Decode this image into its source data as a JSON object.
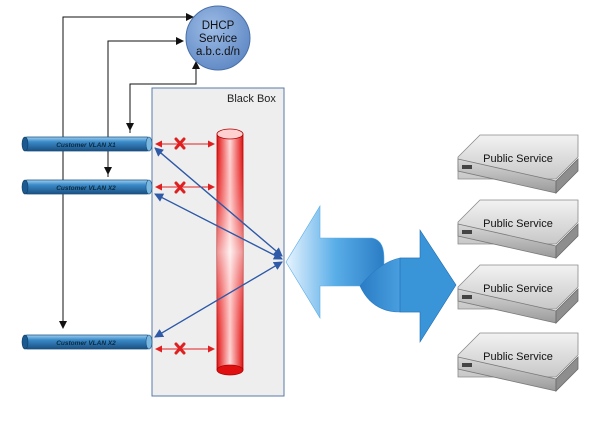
{
  "dhcp": {
    "line1": "DHCP",
    "line2": "Service",
    "line3": "a.b.c.d/n"
  },
  "black_box": {
    "label": "Black Box"
  },
  "vlans": [
    {
      "label": "Customer VLAN X1"
    },
    {
      "label": "Customer VLAN X2"
    },
    {
      "label": "Customer VLAN X2"
    }
  ],
  "servers": [
    {
      "label": "Public Service"
    },
    {
      "label": "Public Service"
    },
    {
      "label": "Public Service"
    },
    {
      "label": "Public Service"
    }
  ],
  "colors": {
    "pipe": "#3a8ac8",
    "dhcp_circle": "#6f97cf",
    "black_box_fill": "#eeeeee",
    "black_box_border": "#5a7aa8",
    "red_cylinder": "#ff2020",
    "link_arrow": "#2e5aa8",
    "blocked_link": "#e02020",
    "big_arrow": "#4aa0e0",
    "server": "#d0d0d0"
  }
}
